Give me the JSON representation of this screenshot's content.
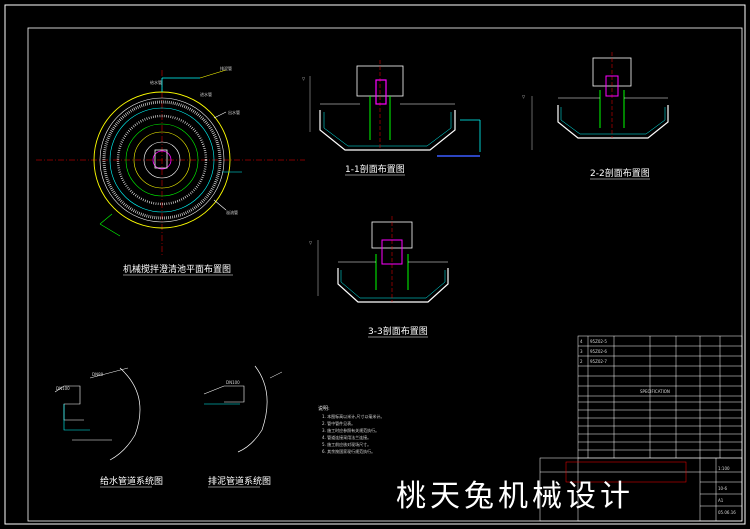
{
  "drawing": {
    "plan_view_title": "机械搅拌澄清池平面布置图",
    "section_1_title": "1-1剖面布置图",
    "section_2_title": "2-2剖面布置图",
    "section_3_title": "3-3剖面布置图",
    "water_supply_title": "给水管道系统图",
    "sludge_title": "排泥管道系统图",
    "watermark": "桃天兔机械设计",
    "notes": {
      "heading": "说明:",
      "lines": [
        "1. 本图标高以米计,尺寸以毫米计。",
        "2. 管中管件见表。",
        "3. 施工时应参照有关规范执行。",
        "4. 管道连接采用法兰连接。",
        "5. 施工前应核对现场尺寸。",
        "6. 其余按国家现行规范执行。"
      ]
    },
    "title_block": {
      "ref_rows": [
        "95Z02-5",
        "95Z02-6",
        "95Z02-7"
      ],
      "spec_header": "SPECIFICATION",
      "scale": "1:100",
      "sheet": "10-6",
      "size": "A1",
      "date": "05.06.16"
    }
  },
  "colors": {
    "line": "#ffffff",
    "yellow": "#ffff00",
    "cyan": "#00ffff",
    "green": "#00ff00",
    "red": "#ff0000",
    "magenta": "#ff00ff",
    "blue": "#3a5cff"
  }
}
